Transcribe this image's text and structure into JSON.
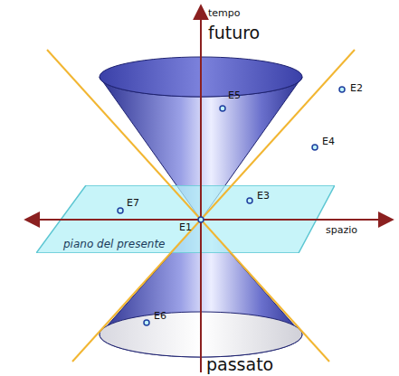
{
  "diagram": {
    "nodes": [
      {
        "text": [
          "piano del presente"
        ]
      }
    ],
    "labels": [
      "tempo",
      "futuro",
      "E5",
      "E2",
      "E4",
      "E7",
      "E1",
      "E3",
      "spazio",
      "E6",
      "passato"
    ]
  }
}
